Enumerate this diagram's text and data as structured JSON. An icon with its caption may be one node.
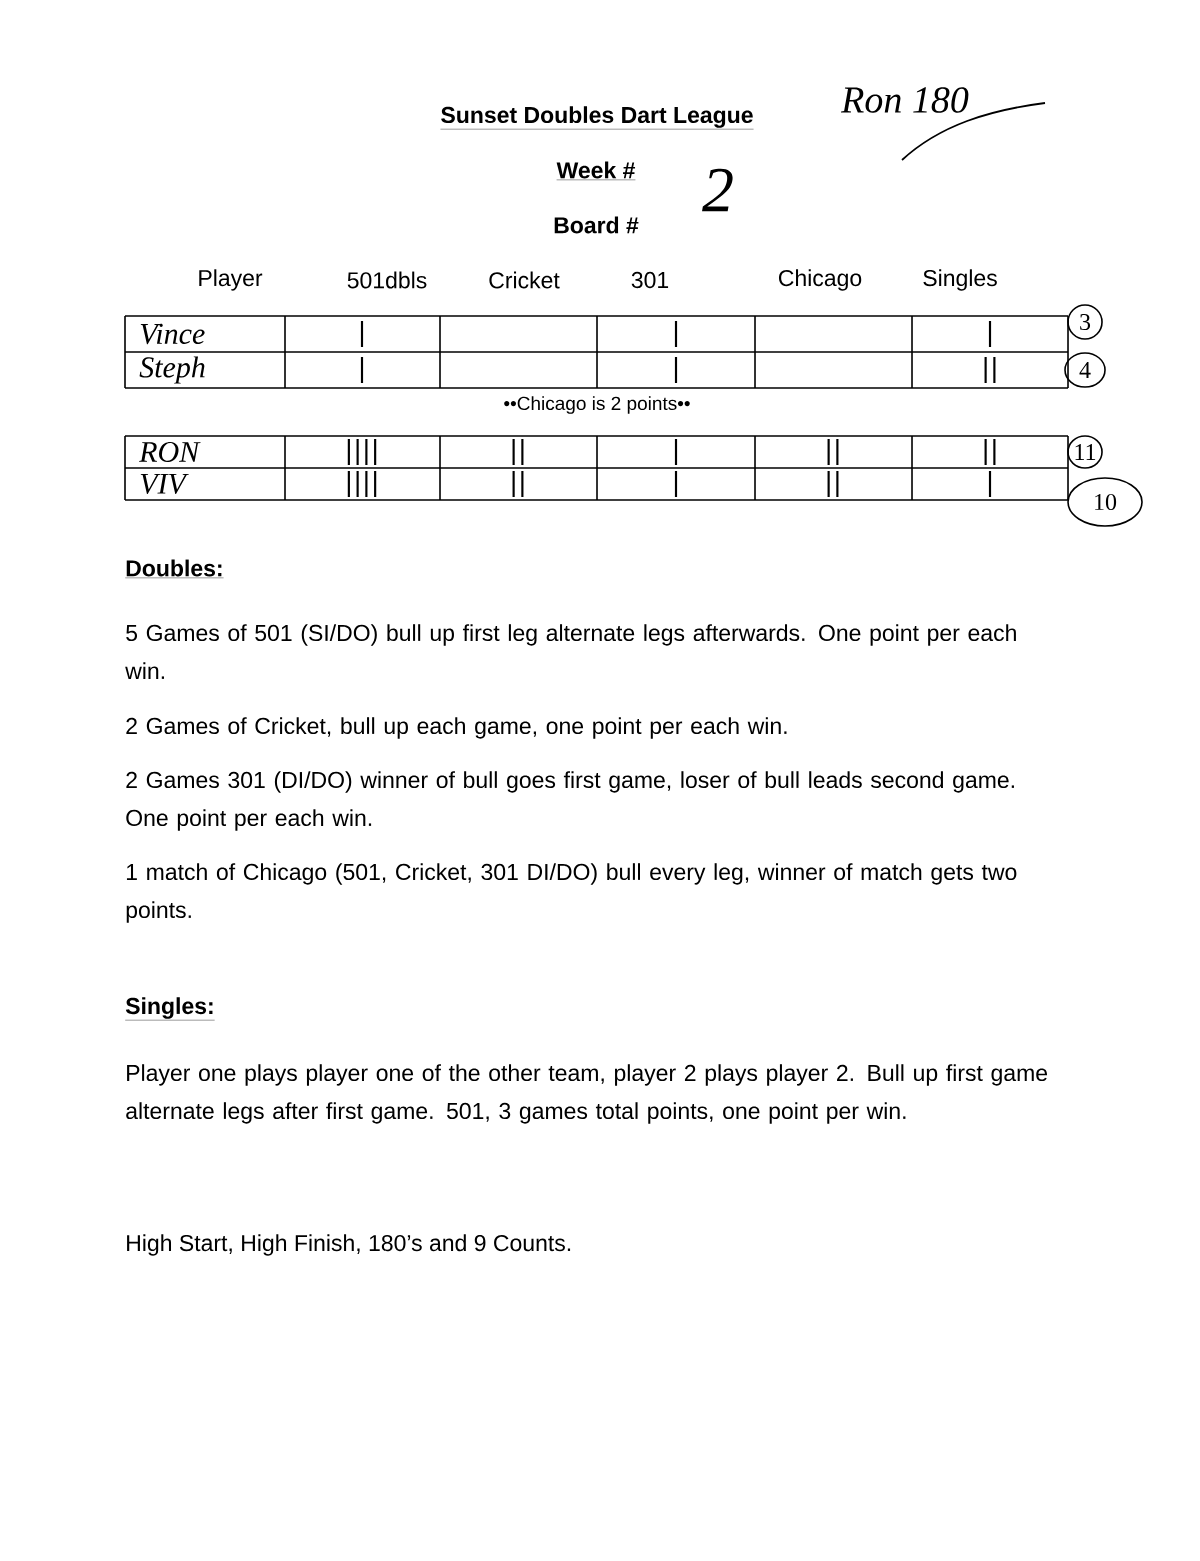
{
  "diagram": {
    "title": "Sunset Doubles Dart League",
    "nodes": [
      {
        "text": [
          "3"
        ]
      },
      {
        "text": [
          "4"
        ]
      },
      {
        "text": [
          "11"
        ]
      },
      {
        "text": [
          "10"
        ]
      }
    ],
    "labels": [
      "Week #",
      "Board #",
      "2",
      "Ron 180",
      "Player",
      "501dbls",
      "Cricket",
      "301",
      "Chicago",
      "Singles",
      "Vince",
      "|",
      "|",
      "|",
      "Steph",
      "|",
      "|",
      "||",
      "••Chicago is 2 points••",
      "RON",
      "||||",
      "||",
      "|",
      "||",
      "||",
      "VIV",
      "||||",
      "||",
      "|",
      "||",
      "|",
      "Doubles:",
      "5 Games of 501 (SI/DO) bull up first leg alternate legs afterwards. One point per each win.",
      "2 Games of Cricket, bull up each game, one point per each win.",
      "2 Games 301 (DI/DO) winner of bull goes first game, loser of bull leads second game. One point per each win.",
      "1 match of Chicago (501, Cricket, 301 DI/DO) bull every leg, winner of match gets two points.",
      "Singles:",
      "Player one plays player one of the other team, player 2 plays player 2.  Bull up first game alternate legs after first game.  501, 3 games total points, one point per win.",
      "High Start, High Finish, 180’s and 9 Counts."
    ]
  }
}
